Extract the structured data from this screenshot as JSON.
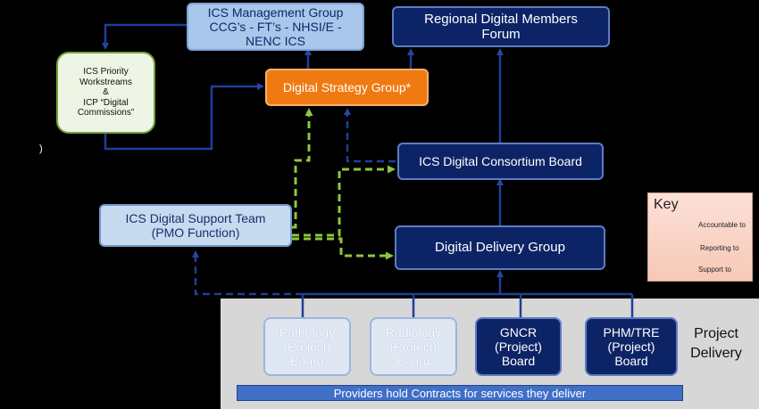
{
  "nodes": {
    "ics_management": "ICS Management Group\nCCG’s - FT’s - NHSI/E -\nNENC ICS",
    "regional_forum": "Regional Digital Members\nForum",
    "ics_priority": "ICS Priority\nWorkstreams\n&\nICP “Digital\nCommissions”",
    "digital_strategy": "Digital Strategy Group*",
    "consortium_board": "ICS Digital Consortium Board",
    "support_team": "ICS Digital Support Team\n(PMO Function)",
    "delivery_group": "Digital Delivery Group",
    "pathology": "Pathology\n(Project)\nBoard",
    "radiology": "Radiology\n(Project)\nBoard",
    "gncr": "GNCR\n(Project)\nBoard",
    "phm_tre": "PHM/TRE\n(Project)\nBoard"
  },
  "side_mark": ")",
  "project_delivery": "Project\nDelivery",
  "banner": "Providers hold Contracts for services they deliver",
  "key": {
    "title": "Key",
    "accountable": "Accountable to",
    "reporting": "Reporting to",
    "support": "Support to"
  },
  "colors": {
    "accountable": "#1a3a8a",
    "reporting": "#1f3f9a",
    "support": "#8cc63f",
    "dark_box": "#0c2466",
    "orange_box": "#ef7a12",
    "light_box": "#a9c7ea"
  }
}
